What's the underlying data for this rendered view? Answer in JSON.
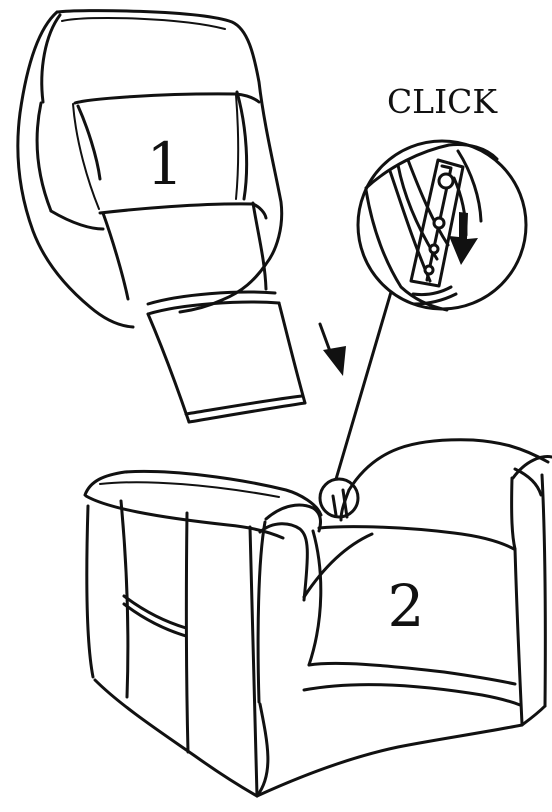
{
  "diagram": {
    "callout_text": "CLICK",
    "part_labels": {
      "backrest": "1",
      "seat_base": "2"
    },
    "icons": {
      "insert_direction": "arrow-down-icon",
      "clip_direction": "arrow-down-icon"
    }
  }
}
